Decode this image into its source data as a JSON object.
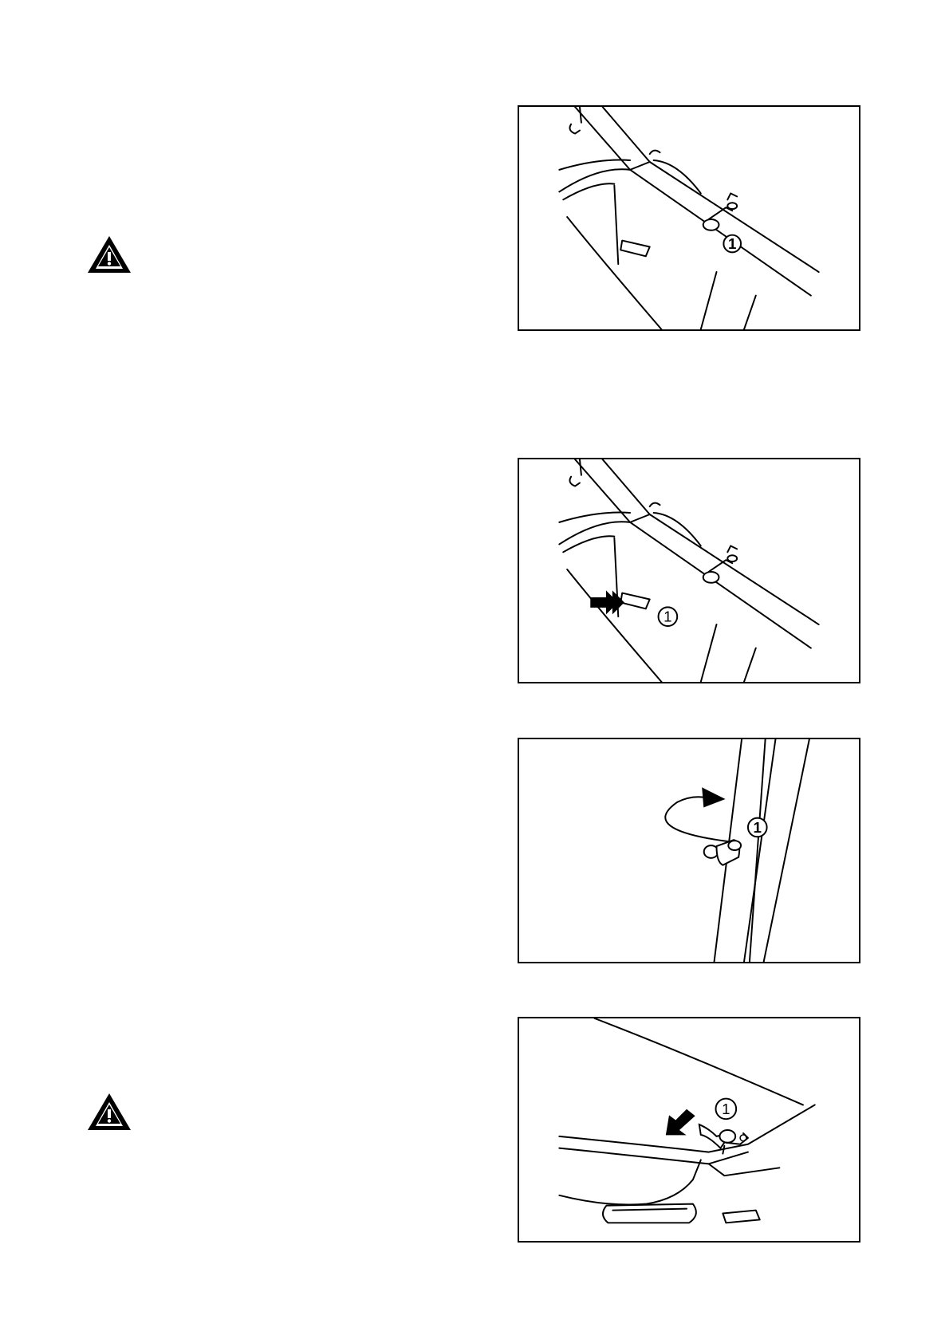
{
  "warnings": [
    {
      "icon": "warning-triangle-icon"
    },
    {
      "icon": "warning-triangle-icon"
    }
  ],
  "figures": [
    {
      "callout": "1"
    },
    {
      "callout": "1"
    },
    {
      "callout": "1"
    },
    {
      "callout": "1"
    }
  ]
}
